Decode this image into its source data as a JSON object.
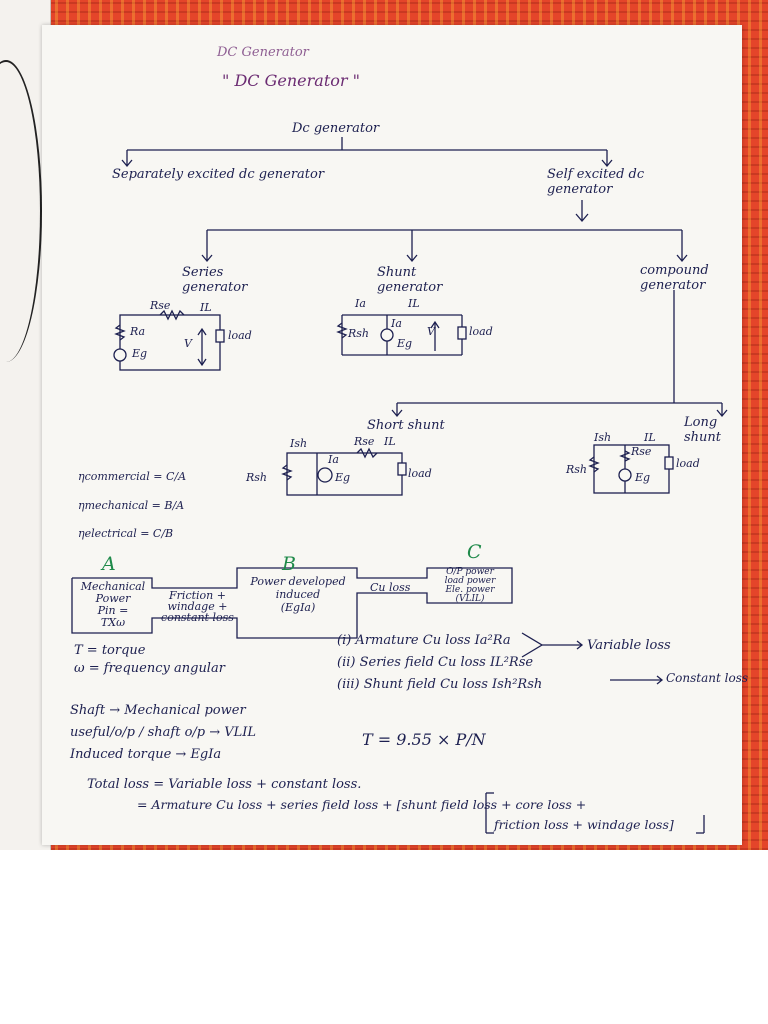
{
  "heading": {
    "small_title": "DC Generator",
    "main_title": "\" DC Generator \""
  },
  "tree": {
    "root": "Dc generator",
    "separately": "Separately excited dc generator",
    "self_excited": "Self excited dc generator",
    "series": "Series generator",
    "shunt": "Shunt generator",
    "compound": "compound generator",
    "short_shunt": "Short shunt",
    "long_shunt": "Long shunt"
  },
  "circuit_labels": {
    "rse": "Rse",
    "ra": "Ra",
    "eg": "Eg",
    "il": "IL",
    "ia": "Ia",
    "ish": "Ish",
    "rsh": "Rsh",
    "v": "V",
    "load": "load"
  },
  "efficiency": {
    "commercial": "ηcommercial = C/A",
    "mechanical": "ηmechanical = B/A",
    "electrical": "ηelectrical = C/B"
  },
  "flow": {
    "a": "A",
    "b": "B",
    "c": "C",
    "box_a": [
      "Mechanical",
      "Power",
      "Pin =",
      "TXω"
    ],
    "friction": [
      "Friction +",
      "windage +",
      "constant loss"
    ],
    "box_b": [
      "Power developed",
      "induced",
      "(EgIa)"
    ],
    "cu_loss": "Cu loss",
    "box_c": [
      "O/P power",
      "load power",
      "Ele. power",
      "(VLIL)"
    ]
  },
  "definitions": {
    "torque": "T = torque",
    "omega": "ω = frequency angular"
  },
  "losses": {
    "armature": "(i) Armature Cu loss Ia²Ra",
    "series_field": "(ii) Series field Cu loss IL²Rse",
    "shunt_field": "(iii) Shunt field Cu loss Ish²Rsh",
    "variable": "Variable loss",
    "constant": "Constant loss"
  },
  "relations": {
    "shaft": "Shaft → Mechanical power",
    "useful": "useful/o/p / shaft o/p → VLIL",
    "induced": "Induced torque → EgIa",
    "torque_formula": "T = 9.55 × P/N"
  },
  "total_loss": {
    "line1": "Total loss = Variable loss + constant loss.",
    "line2": "= Armature Cu loss + series field loss + [shunt field loss + core loss +",
    "line3": "friction loss + windage loss]"
  }
}
